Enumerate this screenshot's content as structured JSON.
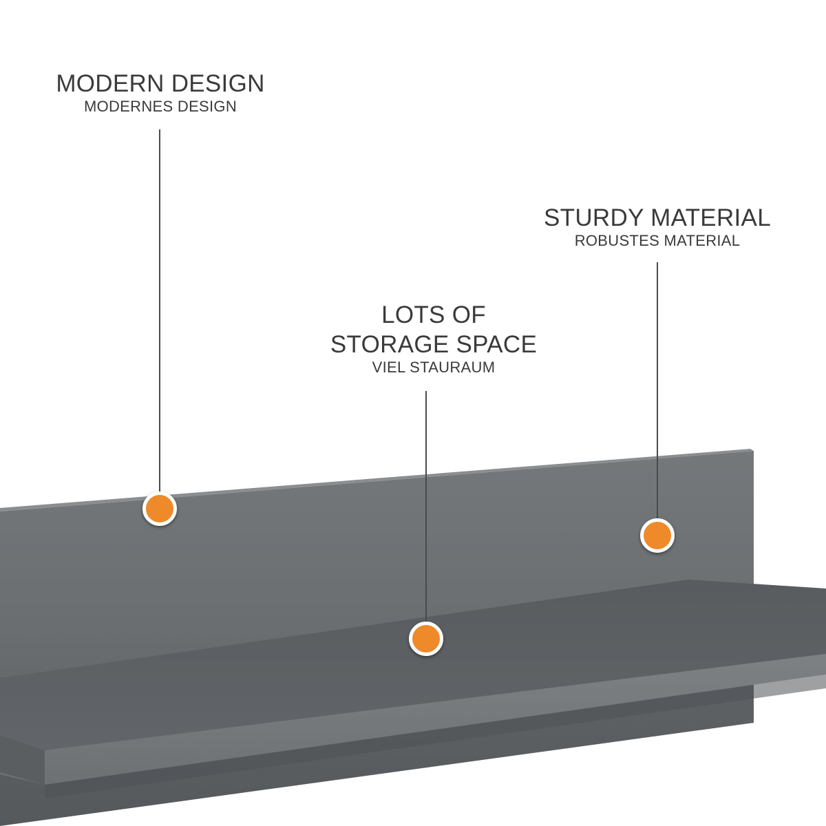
{
  "callouts": [
    {
      "title": "MODERN DESIGN",
      "subtitle": "MODERNES DESIGN"
    },
    {
      "title": "LOTS OF\nSTORAGE SPACE",
      "subtitle": "VIEL STAURAUM"
    },
    {
      "title": "STURDY MATERIAL",
      "subtitle": "ROBUSTES MATERIAL"
    }
  ],
  "colors": {
    "marker": "#ee8a2a",
    "shelf": "#6b6f72",
    "text": "#3a3a3a"
  }
}
